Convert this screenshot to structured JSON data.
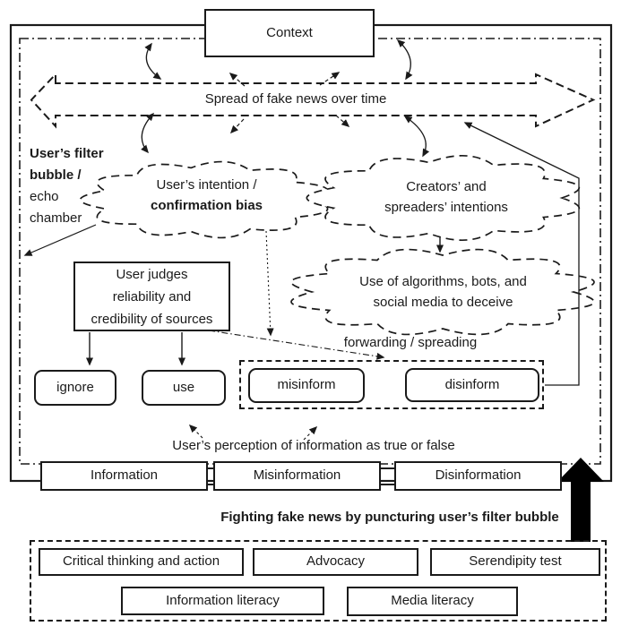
{
  "diagram": {
    "context": "Context",
    "spread_label": "Spread of fake news over time",
    "filter_bubble_bold": "User’s filter\nbubble /",
    "filter_bubble_rest": "echo\nchamber",
    "cloud_user_intention_line1": "User’s intention /",
    "cloud_user_intention_line2": "confirmation bias",
    "cloud_creators": "Creators’ and\nspreaders’ intentions",
    "cloud_algorithms": "Use of algorithms, bots, and\nsocial media to deceive",
    "user_judges": "User judges\nreliability and\ncredibility of sources",
    "ignore": "ignore",
    "use": "use",
    "misinform": "misinform",
    "disinform": "disinform",
    "forwarding": "forwarding / spreading",
    "perception": "User’s perception of information as true or false",
    "info_row": [
      "Information",
      "Misinformation",
      "Disinformation"
    ],
    "fighting": "Fighting fake news by puncturing user’s filter bubble",
    "interventions_row1": [
      "Critical thinking and action",
      "Advocacy",
      "Serendipity test"
    ],
    "interventions_row2": [
      "Information literacy",
      "Media literacy"
    ],
    "colors": {
      "ink": "#1a1a1a",
      "background": "#ffffff"
    }
  }
}
